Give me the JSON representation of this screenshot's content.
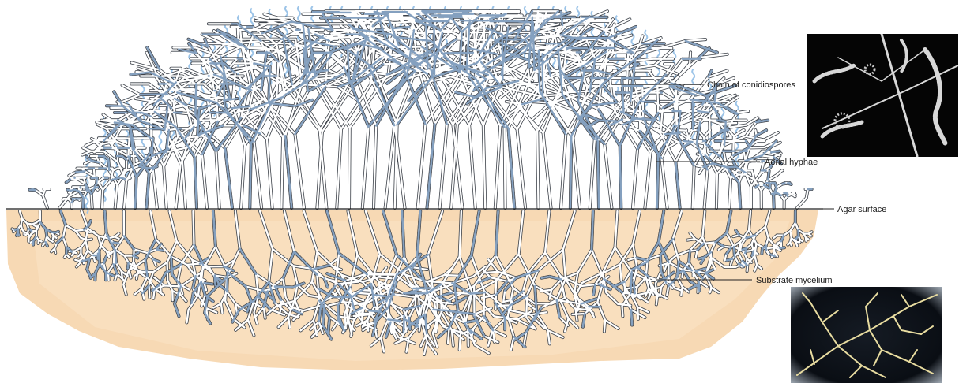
{
  "labels": {
    "conidiospores": "Chain of conidiospores",
    "aerial": "Aerial hyphae",
    "agar": "Agar surface",
    "substrate": "Substrate mycelium"
  },
  "colors": {
    "background": "#ffffff",
    "agar": "#f7d9b4",
    "hypha_outline": "#3b4048",
    "hypha_fill": "#ffffff",
    "hypha_blue": "#6f8fb4",
    "spore_chain": "#9cc4e8",
    "leader_line": "#222222",
    "photo_bg": "#050505",
    "photo_aerial_hyphae": "#d8d8d8",
    "photo_substrate_hyphae": "#e8dca0"
  }
}
